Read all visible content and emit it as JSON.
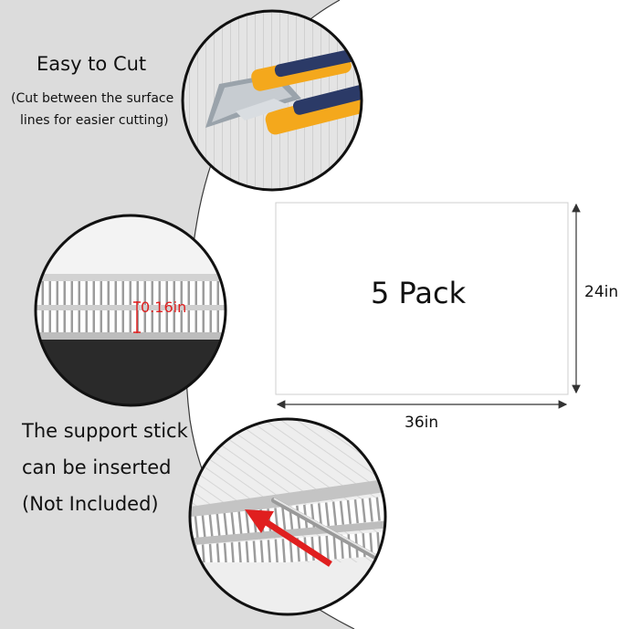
{
  "features": {
    "cut": {
      "title": "Easy to Cut",
      "subtitle_line1": "(Cut between the surface",
      "subtitle_line2": "lines for easier cutting)",
      "image_icon": "utility-knife-icon"
    },
    "thickness": {
      "label": "0.16in",
      "image_icon": "corrugated-board-edge-icon"
    },
    "support": {
      "line1": "The support stick",
      "line2": "can be inserted",
      "line3": "(Not Included)",
      "image_icon": "support-stick-icon"
    }
  },
  "product": {
    "pack_label": "5 Pack",
    "height_label": "24in",
    "width_label": "36in"
  },
  "colors": {
    "left_panel": "#dcdcdc",
    "accent_red": "#e01f1f",
    "knife_yellow": "#f4a81c",
    "knife_navy": "#2b3a67"
  }
}
